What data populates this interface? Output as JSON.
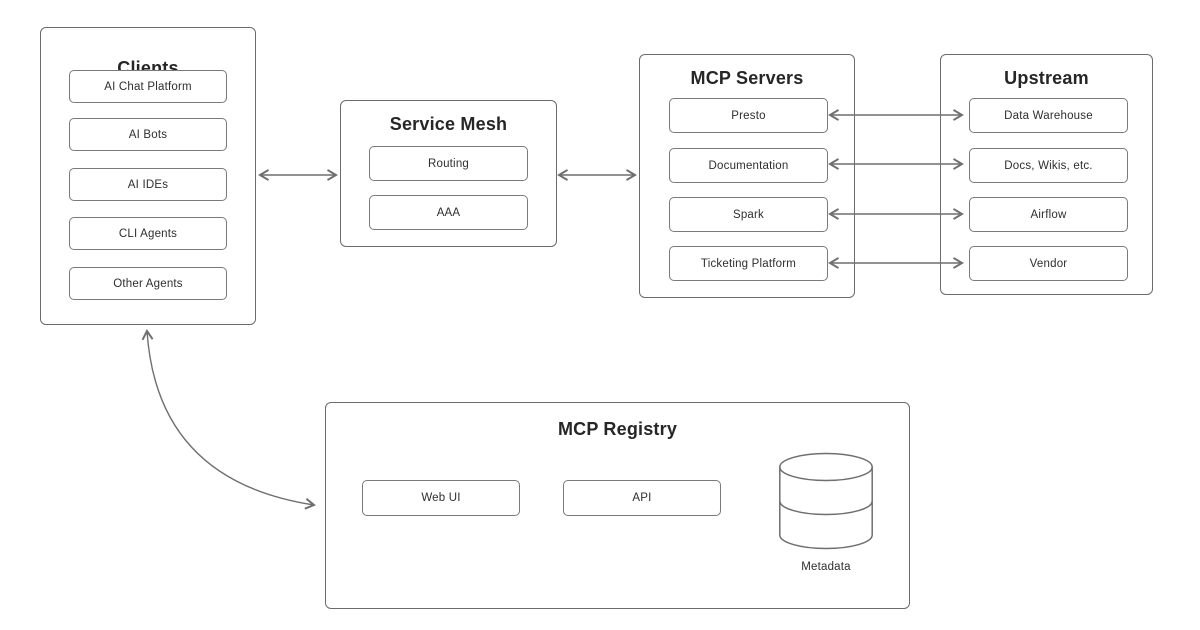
{
  "diagram": {
    "clients": {
      "title": "Clients",
      "items": [
        "AI Chat Platform",
        "AI Bots",
        "AI IDEs",
        "CLI Agents",
        "Other Agents"
      ]
    },
    "service_mesh": {
      "title": "Service Mesh",
      "items": [
        "Routing",
        "AAA"
      ]
    },
    "mcp_servers": {
      "title": "MCP Servers",
      "items": [
        "Presto",
        "Documentation",
        "Spark",
        "Ticketing Platform"
      ]
    },
    "upstream": {
      "title": "Upstream",
      "items": [
        "Data Warehouse",
        "Docs, Wikis, etc.",
        "Airflow",
        "Vendor"
      ]
    },
    "mcp_registry": {
      "title": "MCP Registry",
      "items": [
        "Web UI",
        "API"
      ],
      "datastore_label": "Metadata"
    },
    "connections": [
      {
        "from": "Clients",
        "to": "Service Mesh",
        "direction": "bidirectional"
      },
      {
        "from": "Service Mesh",
        "to": "MCP Servers",
        "direction": "bidirectional"
      },
      {
        "from": "Presto",
        "to": "Data Warehouse",
        "direction": "bidirectional"
      },
      {
        "from": "Documentation",
        "to": "Docs, Wikis, etc.",
        "direction": "bidirectional"
      },
      {
        "from": "Spark",
        "to": "Airflow",
        "direction": "bidirectional"
      },
      {
        "from": "Ticketing Platform",
        "to": "Vendor",
        "direction": "bidirectional"
      },
      {
        "from": "Clients",
        "to": "MCP Registry",
        "direction": "bidirectional"
      }
    ],
    "colors": {
      "line": "#6f6f6f",
      "node_border": "#7a7a7a",
      "text": "#2e2e2e",
      "background": "#ffffff"
    }
  }
}
